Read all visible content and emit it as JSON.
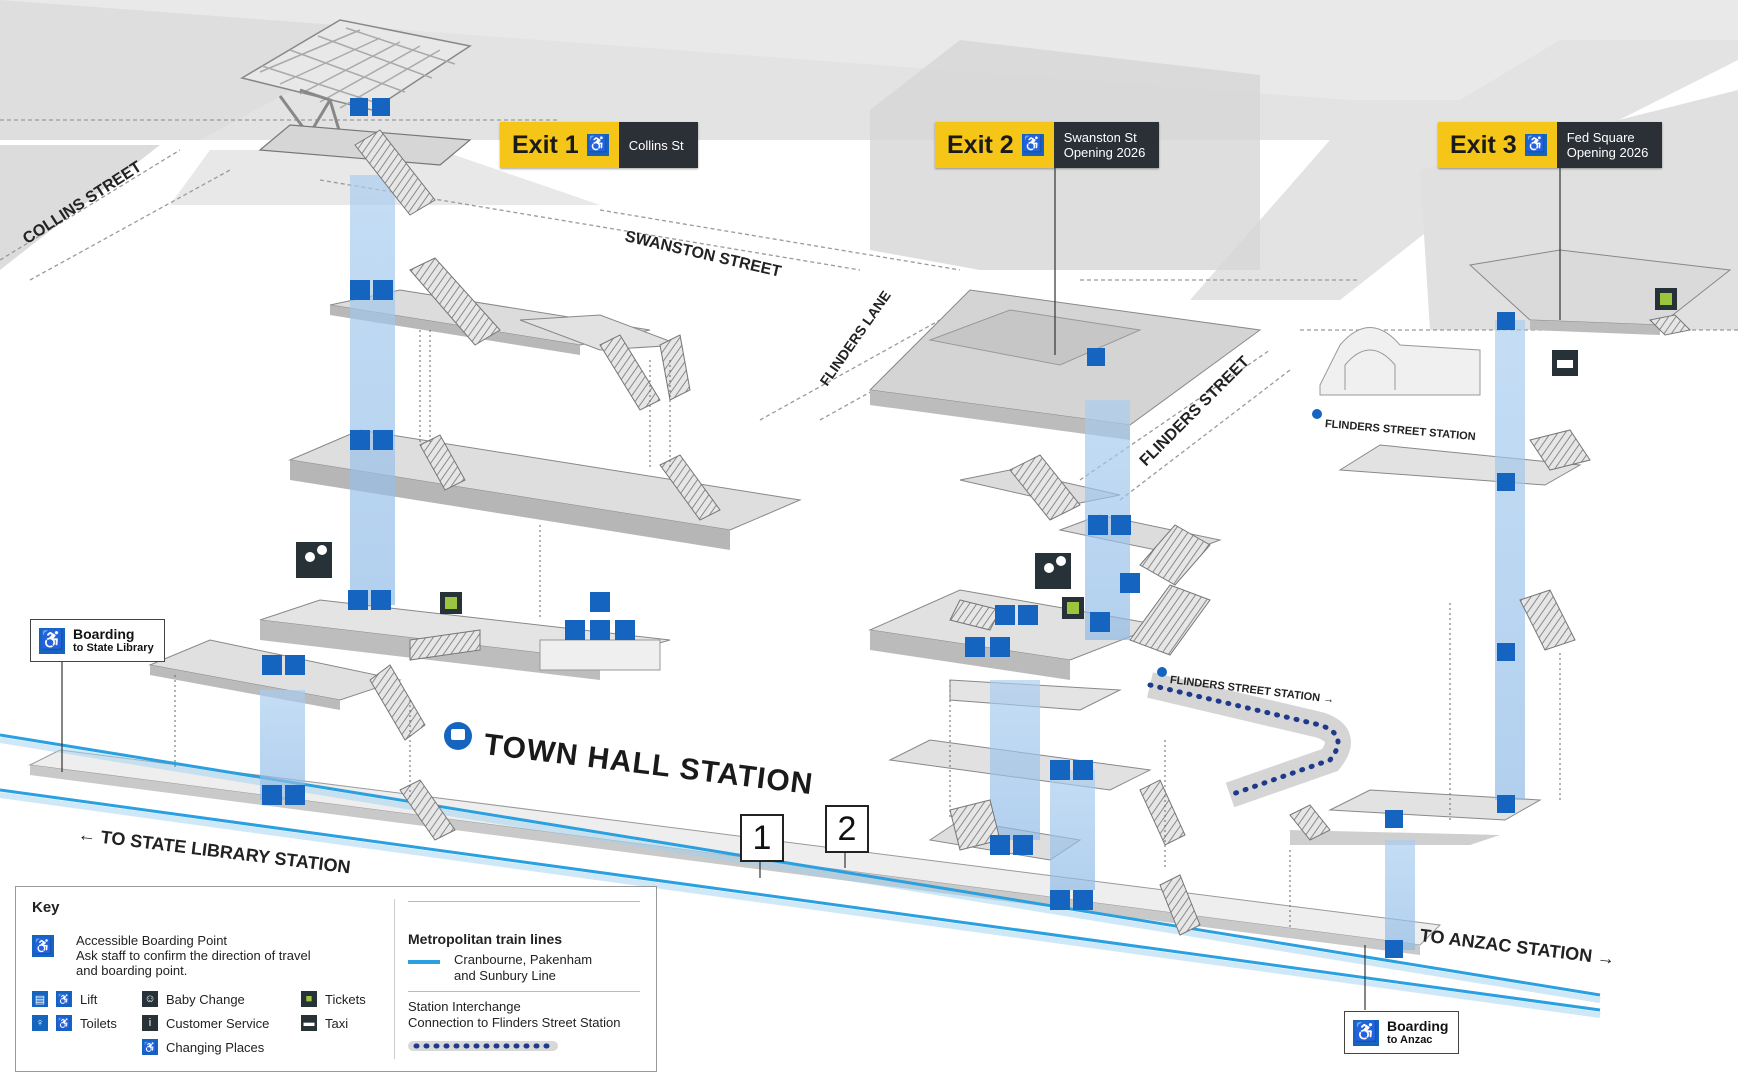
{
  "station": {
    "name": "TOWN HALL STATION"
  },
  "streets": {
    "collins": "COLLINS STREET",
    "swanston": "SWANSTON STREET",
    "flinders_lane": "FLINDERS LANE",
    "flinders": "FLINDERS STREET"
  },
  "exits": [
    {
      "label": "Exit 1",
      "line1": "Collins St",
      "line2": ""
    },
    {
      "label": "Exit 2",
      "line1": "Swanston St",
      "line2": "Opening 2026"
    },
    {
      "label": "Exit 3",
      "line1": "Fed Square",
      "line2": "Opening 2026"
    }
  ],
  "directions": {
    "left": "← TO STATE LIBRARY STATION",
    "right": "TO ANZAC STATION →"
  },
  "connections": {
    "flinders_station_label": "FLINDERS STREET STATION",
    "flinders_connection": "FLINDERS STREET STATION →"
  },
  "boarding": [
    {
      "title": "Boarding",
      "sub": "to State Library"
    },
    {
      "title": "Boarding",
      "sub": "to Anzac"
    }
  ],
  "platforms": [
    "1",
    "2"
  ],
  "key": {
    "title": "Key",
    "accessible_title": "Accessible Boarding Point",
    "accessible_desc1": "Ask staff to confirm the direction of travel",
    "accessible_desc2": "and boarding point.",
    "lift": "Lift",
    "toilets": "Toilets",
    "baby_change": "Baby Change",
    "customer_service": "Customer Service",
    "changing_places": "Changing Places",
    "tickets": "Tickets",
    "taxi": "Taxi",
    "metro_title": "Metropolitan train lines",
    "metro_line1": "Cranbourne, Pakenham",
    "metro_line2": "and Sunbury Line",
    "interchange_title": "Station Interchange",
    "interchange_desc": "Connection to Flinders Street Station"
  },
  "colors": {
    "accent_blue": "#1565c0",
    "line_blue": "#2aa0e0",
    "exit_yellow": "#f5c518",
    "dark_panel": "#2b2f36",
    "shaft_blue": "#9ec3ea"
  }
}
